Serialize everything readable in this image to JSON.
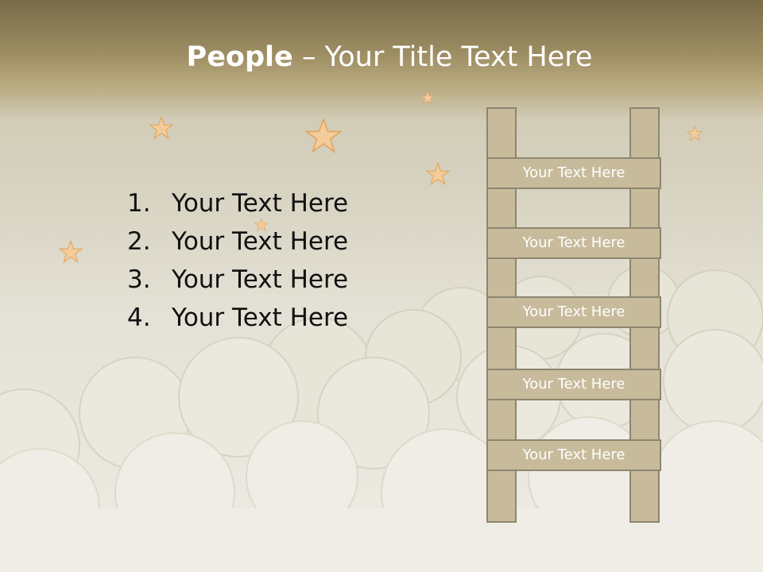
{
  "slide": {
    "title_bold": "People",
    "title_rest": " – Your Title Text Here",
    "list": [
      {
        "num": "1.",
        "text": "Your Text Here"
      },
      {
        "num": "2.",
        "text": "Your Text Here"
      },
      {
        "num": "3.",
        "text": "Your Text Here"
      },
      {
        "num": "4.",
        "text": "Your Text Here"
      }
    ],
    "ladder_steps": [
      "Your Text Here",
      "Your Text Here",
      "Your Text Here",
      "Your Text Here",
      "Your Text Here"
    ]
  },
  "colors": {
    "header": "#8a7b52",
    "ladder_fill": "#c7bb9b",
    "ladder_border": "#8d8670",
    "star": "#f3cc99"
  }
}
